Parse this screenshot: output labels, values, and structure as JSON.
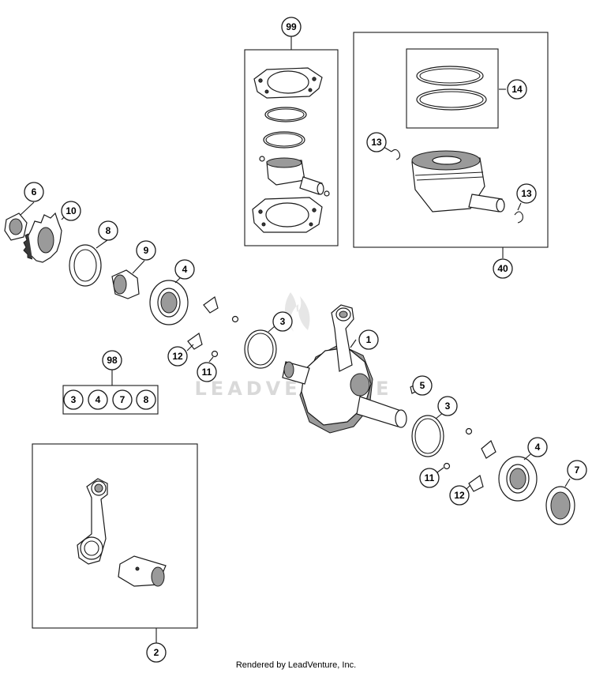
{
  "callouts": {
    "c1": "1",
    "c2": "2",
    "c3a": "3",
    "c3b": "3",
    "c4a": "4",
    "c4b": "4",
    "c5": "5",
    "c6": "6",
    "c7": "7",
    "c8": "8",
    "c9": "9",
    "c10": "10",
    "c11a": "11",
    "c11b": "11",
    "c12a": "12",
    "c12b": "12",
    "c13a": "13",
    "c13b": "13",
    "c14": "14",
    "c40": "40",
    "c98": "98",
    "c99": "99"
  },
  "kit98": [
    "3",
    "4",
    "7",
    "8"
  ],
  "watermark": "LEADVENTURE",
  "footer": "Rendered by LeadVenture, Inc."
}
